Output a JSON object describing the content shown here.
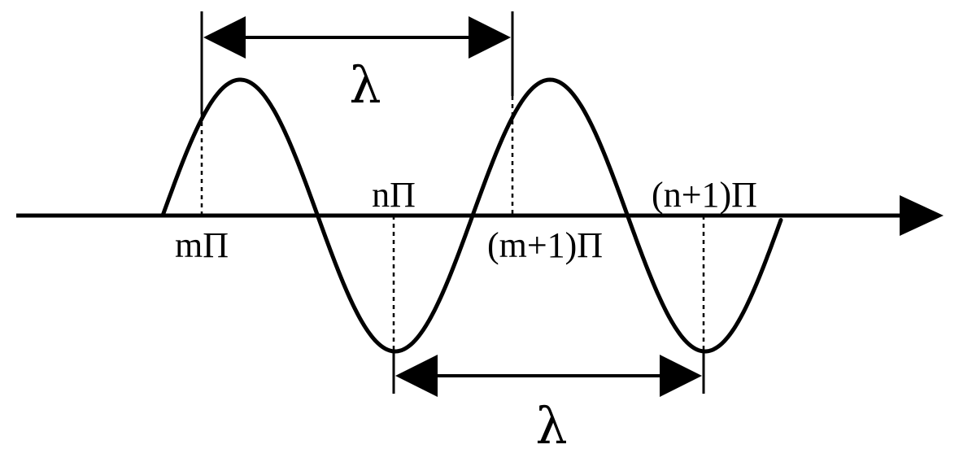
{
  "diagram": {
    "labels": {
      "lambda_top": "λ",
      "lambda_bottom": "λ",
      "m_pi": "mΠ",
      "n_pi": "nΠ",
      "m1_pi": "(m+1)Π",
      "n1_pi": "(n+1)Π"
    },
    "colors": {
      "ink": "#000000",
      "background": "#ffffff"
    }
  }
}
